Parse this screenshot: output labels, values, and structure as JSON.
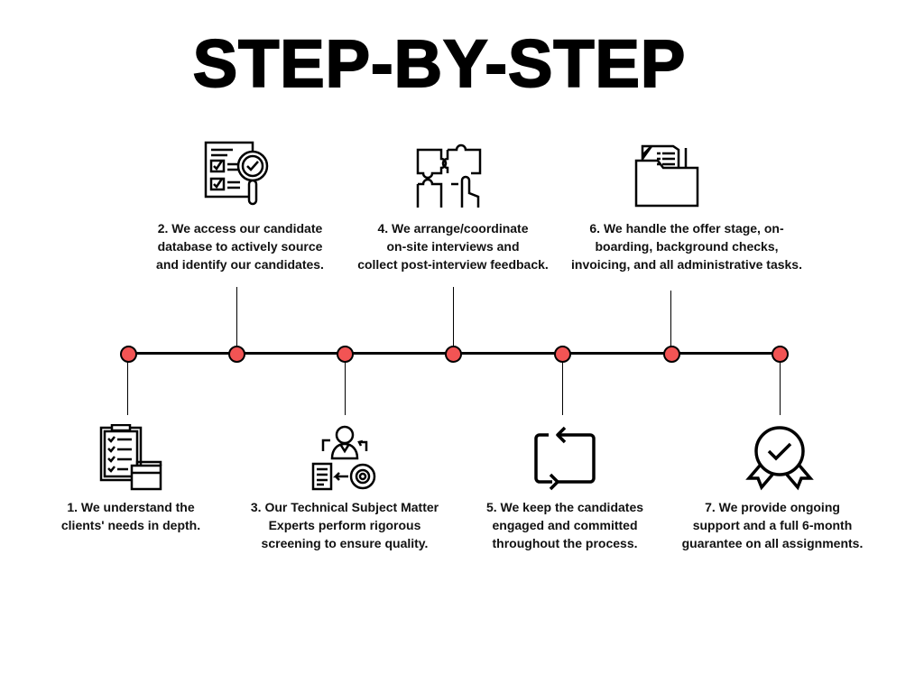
{
  "title": "STEP-BY-STEP",
  "colors": {
    "node": "#f25454",
    "line": "#000000"
  },
  "steps": [
    {
      "icon": "clipboard-checklist-icon",
      "lines": [
        "1. We understand the",
        "clients' needs in depth."
      ]
    },
    {
      "icon": "document-magnifier-icon",
      "lines": [
        "2. We access our candidate",
        "database to actively source",
        "and identify our candidates."
      ]
    },
    {
      "icon": "expert-gear-icon",
      "lines": [
        "3. Our Technical Subject Matter",
        "Experts perform rigorous",
        "screening to ensure quality."
      ]
    },
    {
      "icon": "puzzle-hand-icon",
      "lines": [
        "4. We arrange/coordinate",
        "on-site interviews and",
        "collect post-interview feedback."
      ]
    },
    {
      "icon": "repeat-arrows-icon",
      "lines": [
        "5. We keep the candidates",
        "engaged and committed",
        "throughout the process."
      ]
    },
    {
      "icon": "folder-documents-icon",
      "lines": [
        "6. We handle the offer stage, on-",
        "boarding, background checks,",
        "invoicing, and all administrative tasks."
      ]
    },
    {
      "icon": "award-badge-icon",
      "lines": [
        "7. We provide ongoing",
        "support and a full 6-month",
        "guarantee on all assignments."
      ]
    }
  ]
}
